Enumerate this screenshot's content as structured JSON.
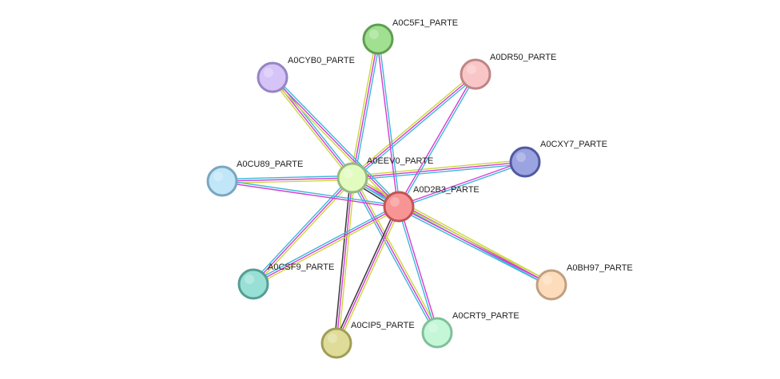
{
  "nodes": [
    {
      "id": "A0C5F1_PARTE",
      "label": "A0C5F1_PARTE",
      "fill": "#a0e090",
      "stroke": "#5f9e50"
    },
    {
      "id": "A0CYB0_PARTE",
      "label": "A0CYB0_PARTE",
      "fill": "#d6c4f8",
      "stroke": "#9585c4"
    },
    {
      "id": "A0DR50_PARTE",
      "label": "A0DR50_PARTE",
      "fill": "#f8c6c6",
      "stroke": "#c08585"
    },
    {
      "id": "A0CXY7_PARTE",
      "label": "A0CXY7_PARTE",
      "fill": "#9ba4e0",
      "stroke": "#505aa0"
    },
    {
      "id": "A0CU89_PARTE",
      "label": "A0CU89_PARTE",
      "fill": "#c0e6f8",
      "stroke": "#7aa6c0"
    },
    {
      "id": "A0EEV0_PARTE",
      "label": "A0EEV0_PARTE",
      "fill": "#e2fcc0",
      "stroke": "#98b880"
    },
    {
      "id": "A0D2B3_PARTE",
      "label": "A0D2B3_PARTE",
      "fill": "#f89494",
      "stroke": "#c05555"
    },
    {
      "id": "A0CSF9_PARTE",
      "label": "A0CSF9_PARTE",
      "fill": "#98e0d6",
      "stroke": "#559e92"
    },
    {
      "id": "A0BH97_PARTE",
      "label": "A0BH97_PARTE",
      "fill": "#fcdcba",
      "stroke": "#c0a080"
    },
    {
      "id": "A0CRT9_PARTE",
      "label": "A0CRT9_PARTE",
      "fill": "#c4f6d8",
      "stroke": "#80c09a"
    },
    {
      "id": "A0CIP5_PARTE",
      "label": "A0CIP5_PARTE",
      "fill": "#dedc98",
      "stroke": "#a09e55"
    }
  ],
  "edges": [
    {
      "source": "A0EEV0_PARTE",
      "target": "A0D2B3_PARTE",
      "channels": [
        "green",
        "magenta",
        "cyan",
        "dark"
      ]
    },
    {
      "source": "A0EEV0_PARTE",
      "target": "A0C5F1_PARTE",
      "channels": [
        "green",
        "magenta",
        "cyan"
      ]
    },
    {
      "source": "A0EEV0_PARTE",
      "target": "A0CYB0_PARTE",
      "channels": [
        "green",
        "magenta",
        "cyan"
      ]
    },
    {
      "source": "A0EEV0_PARTE",
      "target": "A0DR50_PARTE",
      "channels": [
        "green",
        "magenta",
        "cyan"
      ]
    },
    {
      "source": "A0EEV0_PARTE",
      "target": "A0CXY7_PARTE",
      "channels": [
        "green",
        "magenta",
        "cyan"
      ]
    },
    {
      "source": "A0EEV0_PARTE",
      "target": "A0CU89_PARTE",
      "channels": [
        "green",
        "magenta",
        "cyan"
      ]
    },
    {
      "source": "A0EEV0_PARTE",
      "target": "A0CSF9_PARTE",
      "channels": [
        "green",
        "magenta",
        "cyan"
      ]
    },
    {
      "source": "A0EEV0_PARTE",
      "target": "A0BH97_PARTE",
      "channels": [
        "green",
        "magenta",
        "cyan"
      ]
    },
    {
      "source": "A0EEV0_PARTE",
      "target": "A0CRT9_PARTE",
      "channels": [
        "green",
        "magenta",
        "cyan"
      ]
    },
    {
      "source": "A0EEV0_PARTE",
      "target": "A0CIP5_PARTE",
      "channels": [
        "green",
        "magenta",
        "dark"
      ]
    },
    {
      "source": "A0D2B3_PARTE",
      "target": "A0C5F1_PARTE",
      "channels": [
        "magenta",
        "cyan"
      ]
    },
    {
      "source": "A0D2B3_PARTE",
      "target": "A0CYB0_PARTE",
      "channels": [
        "green",
        "magenta",
        "cyan"
      ]
    },
    {
      "source": "A0D2B3_PARTE",
      "target": "A0DR50_PARTE",
      "channels": [
        "magenta",
        "cyan"
      ]
    },
    {
      "source": "A0D2B3_PARTE",
      "target": "A0CXY7_PARTE",
      "channels": [
        "magenta",
        "cyan"
      ]
    },
    {
      "source": "A0D2B3_PARTE",
      "target": "A0CU89_PARTE",
      "channels": [
        "magenta",
        "cyan"
      ]
    },
    {
      "source": "A0D2B3_PARTE",
      "target": "A0CSF9_PARTE",
      "channels": [
        "green",
        "magenta",
        "cyan"
      ]
    },
    {
      "source": "A0D2B3_PARTE",
      "target": "A0BH97_PARTE",
      "channels": [
        "green",
        "magenta",
        "cyan"
      ]
    },
    {
      "source": "A0D2B3_PARTE",
      "target": "A0CRT9_PARTE",
      "channels": [
        "magenta",
        "cyan"
      ]
    },
    {
      "source": "A0D2B3_PARTE",
      "target": "A0CIP5_PARTE",
      "channels": [
        "green",
        "magenta",
        "dark"
      ]
    }
  ],
  "channel_colors": {
    "green": "#c8d83a",
    "magenta": "#d43ad4",
    "cyan": "#3ab8d8",
    "dark": "#404040"
  }
}
